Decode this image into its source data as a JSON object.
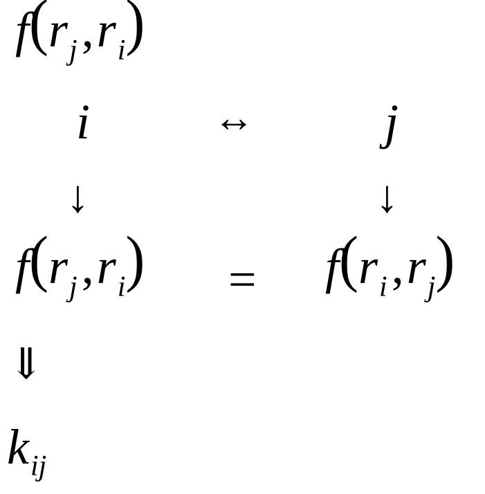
{
  "func": "f",
  "var": "r",
  "idx_i": "i",
  "idx_j": "j",
  "comma": ",",
  "paren_l": "(",
  "paren_r": ")",
  "swap": "↔",
  "down_arrow": "↓",
  "equals": "=",
  "implies_down": "⇓",
  "k": "k",
  "k_sub": "ij"
}
